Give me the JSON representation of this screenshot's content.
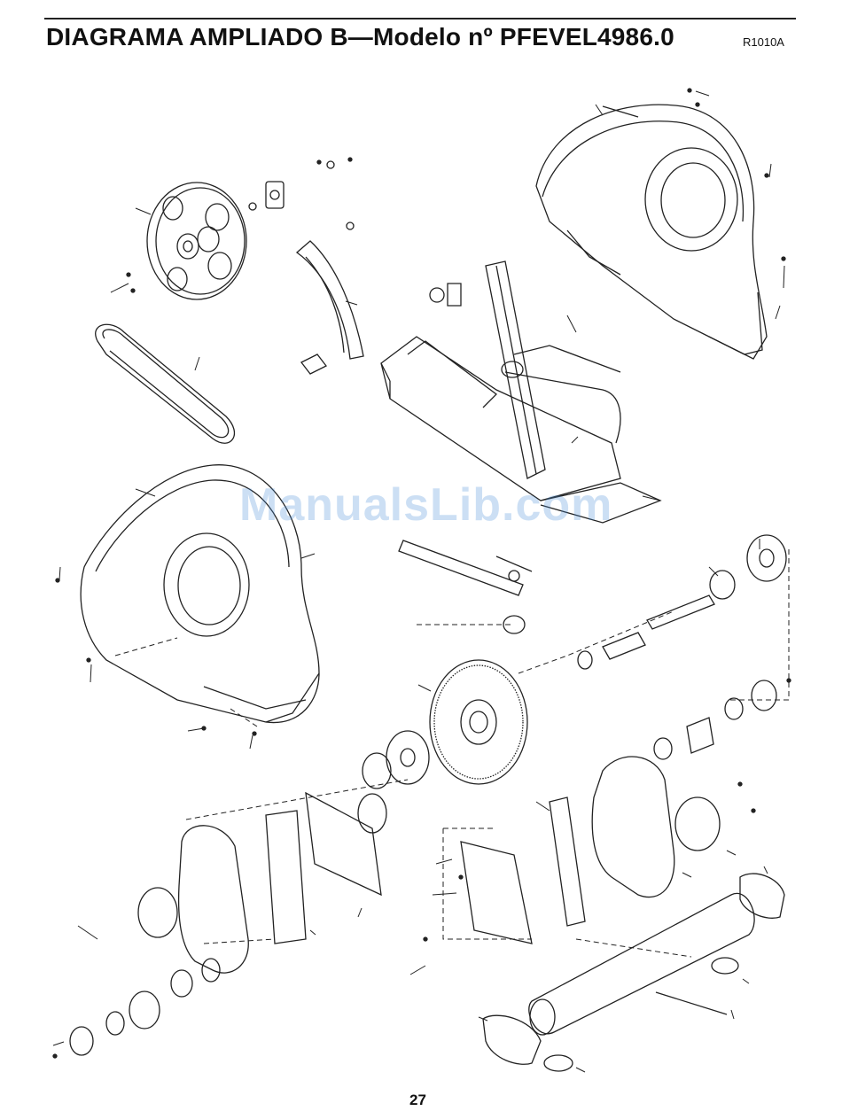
{
  "header": {
    "title": "DIAGRAMA AMPLIADO B—Modelo nº PFEVEL4986.0",
    "code": "R1010A"
  },
  "watermark": "ManualsLib.com",
  "footer": {
    "page_number": "27"
  }
}
